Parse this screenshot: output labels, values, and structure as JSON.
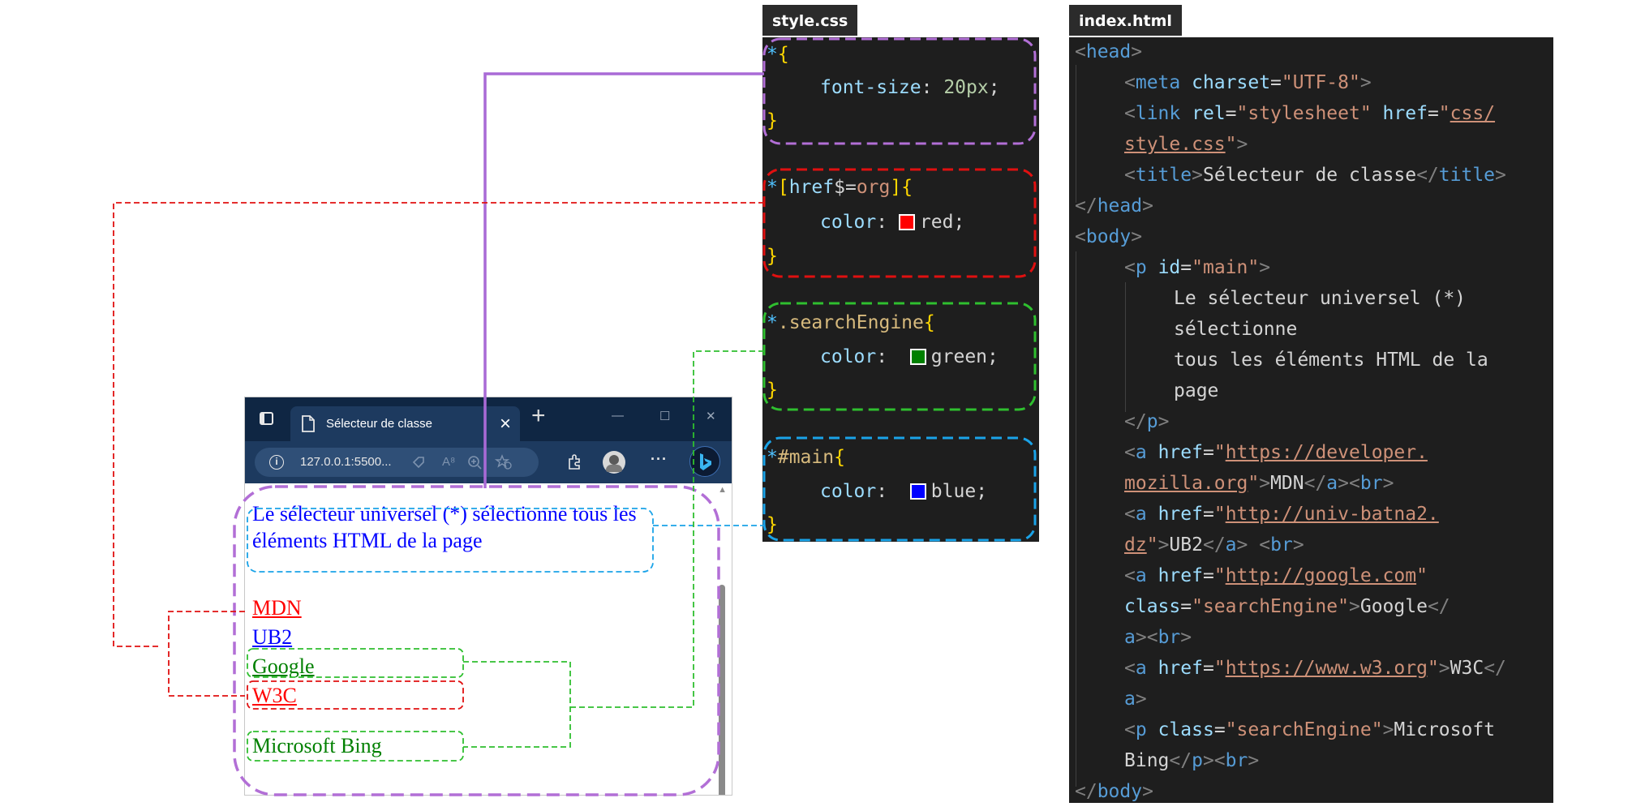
{
  "css_file": {
    "tab_label": "style.css",
    "rules": [
      {
        "star": "*",
        "selector": "",
        "property": "font-size",
        "value": "20px",
        "swatch": null,
        "border_color": "#b26fd6"
      },
      {
        "star": "*",
        "selector": "[href$=org]",
        "property": "color",
        "value": "red",
        "swatch": "#ff0000",
        "border_color": "#e01010"
      },
      {
        "star": "*",
        "selector": ".searchEngine",
        "property": "color",
        "value": "green",
        "swatch": "#008000",
        "border_color": "#2fbf2f"
      },
      {
        "star": "*",
        "selector": "#main",
        "property": "color",
        "value": "blue",
        "swatch": "#0000ff",
        "border_color": "#1aa3e8"
      }
    ],
    "open_brace": "{",
    "close_brace": "}"
  },
  "html_file": {
    "tab_label": "index.html",
    "lines": [
      {
        "indent": 0,
        "parts": [
          [
            "p",
            "<"
          ],
          [
            "t",
            "head"
          ],
          [
            "p",
            ">"
          ]
        ]
      },
      {
        "indent": 1,
        "parts": [
          [
            "p",
            "<"
          ],
          [
            "t",
            "meta"
          ],
          [
            "x",
            " "
          ],
          [
            "a",
            "charset"
          ],
          [
            "x",
            "="
          ],
          [
            "s",
            "\"UTF-8\""
          ],
          [
            "p",
            ">"
          ]
        ]
      },
      {
        "indent": 1,
        "parts": [
          [
            "p",
            "<"
          ],
          [
            "t",
            "link"
          ],
          [
            "x",
            " "
          ],
          [
            "a",
            "rel"
          ],
          [
            "x",
            "="
          ],
          [
            "s",
            "\"stylesheet\""
          ],
          [
            "x",
            " "
          ],
          [
            "a",
            "href"
          ],
          [
            "x",
            "="
          ],
          [
            "s",
            "\""
          ],
          [
            "su",
            "css/"
          ]
        ]
      },
      {
        "indent": 1,
        "parts": [
          [
            "su",
            "style.css"
          ],
          [
            "s",
            "\""
          ],
          [
            "p",
            ">"
          ]
        ]
      },
      {
        "indent": 1,
        "parts": [
          [
            "p",
            "<"
          ],
          [
            "t",
            "title"
          ],
          [
            "p",
            ">"
          ],
          [
            "x",
            "Sélecteur de classe"
          ],
          [
            "p",
            "</"
          ],
          [
            "t",
            "title"
          ],
          [
            "p",
            ">"
          ]
        ]
      },
      {
        "indent": 0,
        "parts": [
          [
            "p",
            "</"
          ],
          [
            "t",
            "head"
          ],
          [
            "p",
            ">"
          ]
        ]
      },
      {
        "indent": 0,
        "parts": [
          [
            "p",
            "<"
          ],
          [
            "t",
            "body"
          ],
          [
            "p",
            ">"
          ]
        ]
      },
      {
        "indent": 1,
        "parts": [
          [
            "p",
            "<"
          ],
          [
            "t",
            "p"
          ],
          [
            "x",
            " "
          ],
          [
            "a",
            "id"
          ],
          [
            "x",
            "="
          ],
          [
            "s",
            "\"main\""
          ],
          [
            "p",
            ">"
          ]
        ]
      },
      {
        "indent": 2,
        "parts": [
          [
            "x",
            "Le sélecteur universel (*)"
          ]
        ]
      },
      {
        "indent": 2,
        "parts": [
          [
            "x",
            "sélectionne"
          ]
        ]
      },
      {
        "indent": 2,
        "parts": [
          [
            "x",
            "tous les éléments HTML de la"
          ]
        ]
      },
      {
        "indent": 2,
        "parts": [
          [
            "x",
            "page"
          ]
        ]
      },
      {
        "indent": 1,
        "parts": [
          [
            "p",
            "</"
          ],
          [
            "t",
            "p"
          ],
          [
            "p",
            ">"
          ]
        ]
      },
      {
        "indent": 1,
        "parts": [
          [
            "p",
            "<"
          ],
          [
            "t",
            "a"
          ],
          [
            "x",
            " "
          ],
          [
            "a",
            "href"
          ],
          [
            "x",
            "="
          ],
          [
            "s",
            "\""
          ],
          [
            "su",
            "https://developer."
          ]
        ]
      },
      {
        "indent": 1,
        "parts": [
          [
            "su",
            "mozilla.org"
          ],
          [
            "s",
            "\""
          ],
          [
            "p",
            ">"
          ],
          [
            "x",
            "MDN"
          ],
          [
            "p",
            "</"
          ],
          [
            "t",
            "a"
          ],
          [
            "p",
            "><"
          ],
          [
            "t",
            "br"
          ],
          [
            "p",
            ">"
          ]
        ]
      },
      {
        "indent": 1,
        "parts": [
          [
            "p",
            "<"
          ],
          [
            "t",
            "a"
          ],
          [
            "x",
            " "
          ],
          [
            "a",
            "href"
          ],
          [
            "x",
            "="
          ],
          [
            "s",
            "\""
          ],
          [
            "su",
            "http://univ-batna2."
          ]
        ]
      },
      {
        "indent": 1,
        "parts": [
          [
            "su",
            "dz"
          ],
          [
            "s",
            "\""
          ],
          [
            "p",
            ">"
          ],
          [
            "x",
            "UB2"
          ],
          [
            "p",
            "</"
          ],
          [
            "t",
            "a"
          ],
          [
            "p",
            ">"
          ],
          [
            "x",
            " "
          ],
          [
            "p",
            "<"
          ],
          [
            "t",
            "br"
          ],
          [
            "p",
            ">"
          ]
        ]
      },
      {
        "indent": 1,
        "parts": [
          [
            "p",
            "<"
          ],
          [
            "t",
            "a"
          ],
          [
            "x",
            " "
          ],
          [
            "a",
            "href"
          ],
          [
            "x",
            "="
          ],
          [
            "s",
            "\""
          ],
          [
            "su",
            "http://google.com"
          ],
          [
            "s",
            "\""
          ]
        ]
      },
      {
        "indent": 1,
        "parts": [
          [
            "a",
            "class"
          ],
          [
            "x",
            "="
          ],
          [
            "s",
            "\"searchEngine\""
          ],
          [
            "p",
            ">"
          ],
          [
            "x",
            "Google"
          ],
          [
            "p",
            "</"
          ]
        ]
      },
      {
        "indent": 1,
        "parts": [
          [
            "t",
            "a"
          ],
          [
            "p",
            "><"
          ],
          [
            "t",
            "br"
          ],
          [
            "p",
            ">"
          ]
        ]
      },
      {
        "indent": 1,
        "parts": [
          [
            "p",
            "<"
          ],
          [
            "t",
            "a"
          ],
          [
            "x",
            " "
          ],
          [
            "a",
            "href"
          ],
          [
            "x",
            "="
          ],
          [
            "s",
            "\""
          ],
          [
            "su",
            "https://www.w3.org"
          ],
          [
            "s",
            "\""
          ],
          [
            "p",
            ">"
          ],
          [
            "x",
            "W3C"
          ],
          [
            "p",
            "</"
          ]
        ]
      },
      {
        "indent": 1,
        "parts": [
          [
            "t",
            "a"
          ],
          [
            "p",
            ">"
          ]
        ]
      },
      {
        "indent": 1,
        "parts": [
          [
            "p",
            "<"
          ],
          [
            "t",
            "p"
          ],
          [
            "x",
            " "
          ],
          [
            "a",
            "class"
          ],
          [
            "x",
            "="
          ],
          [
            "s",
            "\"searchEngine\""
          ],
          [
            "p",
            ">"
          ],
          [
            "x",
            "Microsoft"
          ]
        ]
      },
      {
        "indent": 1,
        "parts": [
          [
            "x",
            "Bing"
          ],
          [
            "p",
            "</"
          ],
          [
            "t",
            "p"
          ],
          [
            "p",
            "><"
          ],
          [
            "t",
            "br"
          ],
          [
            "p",
            ">"
          ]
        ]
      },
      {
        "indent": 0,
        "parts": [
          [
            "p",
            "</"
          ],
          [
            "t",
            "body"
          ],
          [
            "p",
            ">"
          ]
        ]
      }
    ]
  },
  "browser": {
    "tab_title": "Sélecteur de classe",
    "close_glyph": "×",
    "new_tab_glyph": "+",
    "url": "127.0.0.1:5500...",
    "window_controls": [
      "—",
      "☐",
      "✕"
    ],
    "menu_glyph": "···",
    "paragraph_line1": "Le sélecteur universel (*) sélectionne tous les",
    "paragraph_line2": "éléments HTML de la page",
    "links": [
      {
        "text": "MDN",
        "color": "#ff0000"
      },
      {
        "text": "UB2",
        "color": "#0000ff"
      },
      {
        "text": "Google",
        "color": "#008000"
      },
      {
        "text": "W3C",
        "color": "#ff0000"
      }
    ],
    "bing_text": "Microsoft Bing",
    "bing_color": "#008000",
    "main_color": "#0000ff"
  },
  "annotation_colors": {
    "universal": "#b26fd6",
    "attribute": "#e01010",
    "class": "#2fbf2f",
    "id": "#1aa3e8"
  },
  "icons": [
    "sidebar-toggle-icon",
    "page-icon",
    "info-icon",
    "read-aloud-icon",
    "zoom-icon",
    "favorites-icon",
    "extensions-icon",
    "profile-icon",
    "bing-icon"
  ]
}
